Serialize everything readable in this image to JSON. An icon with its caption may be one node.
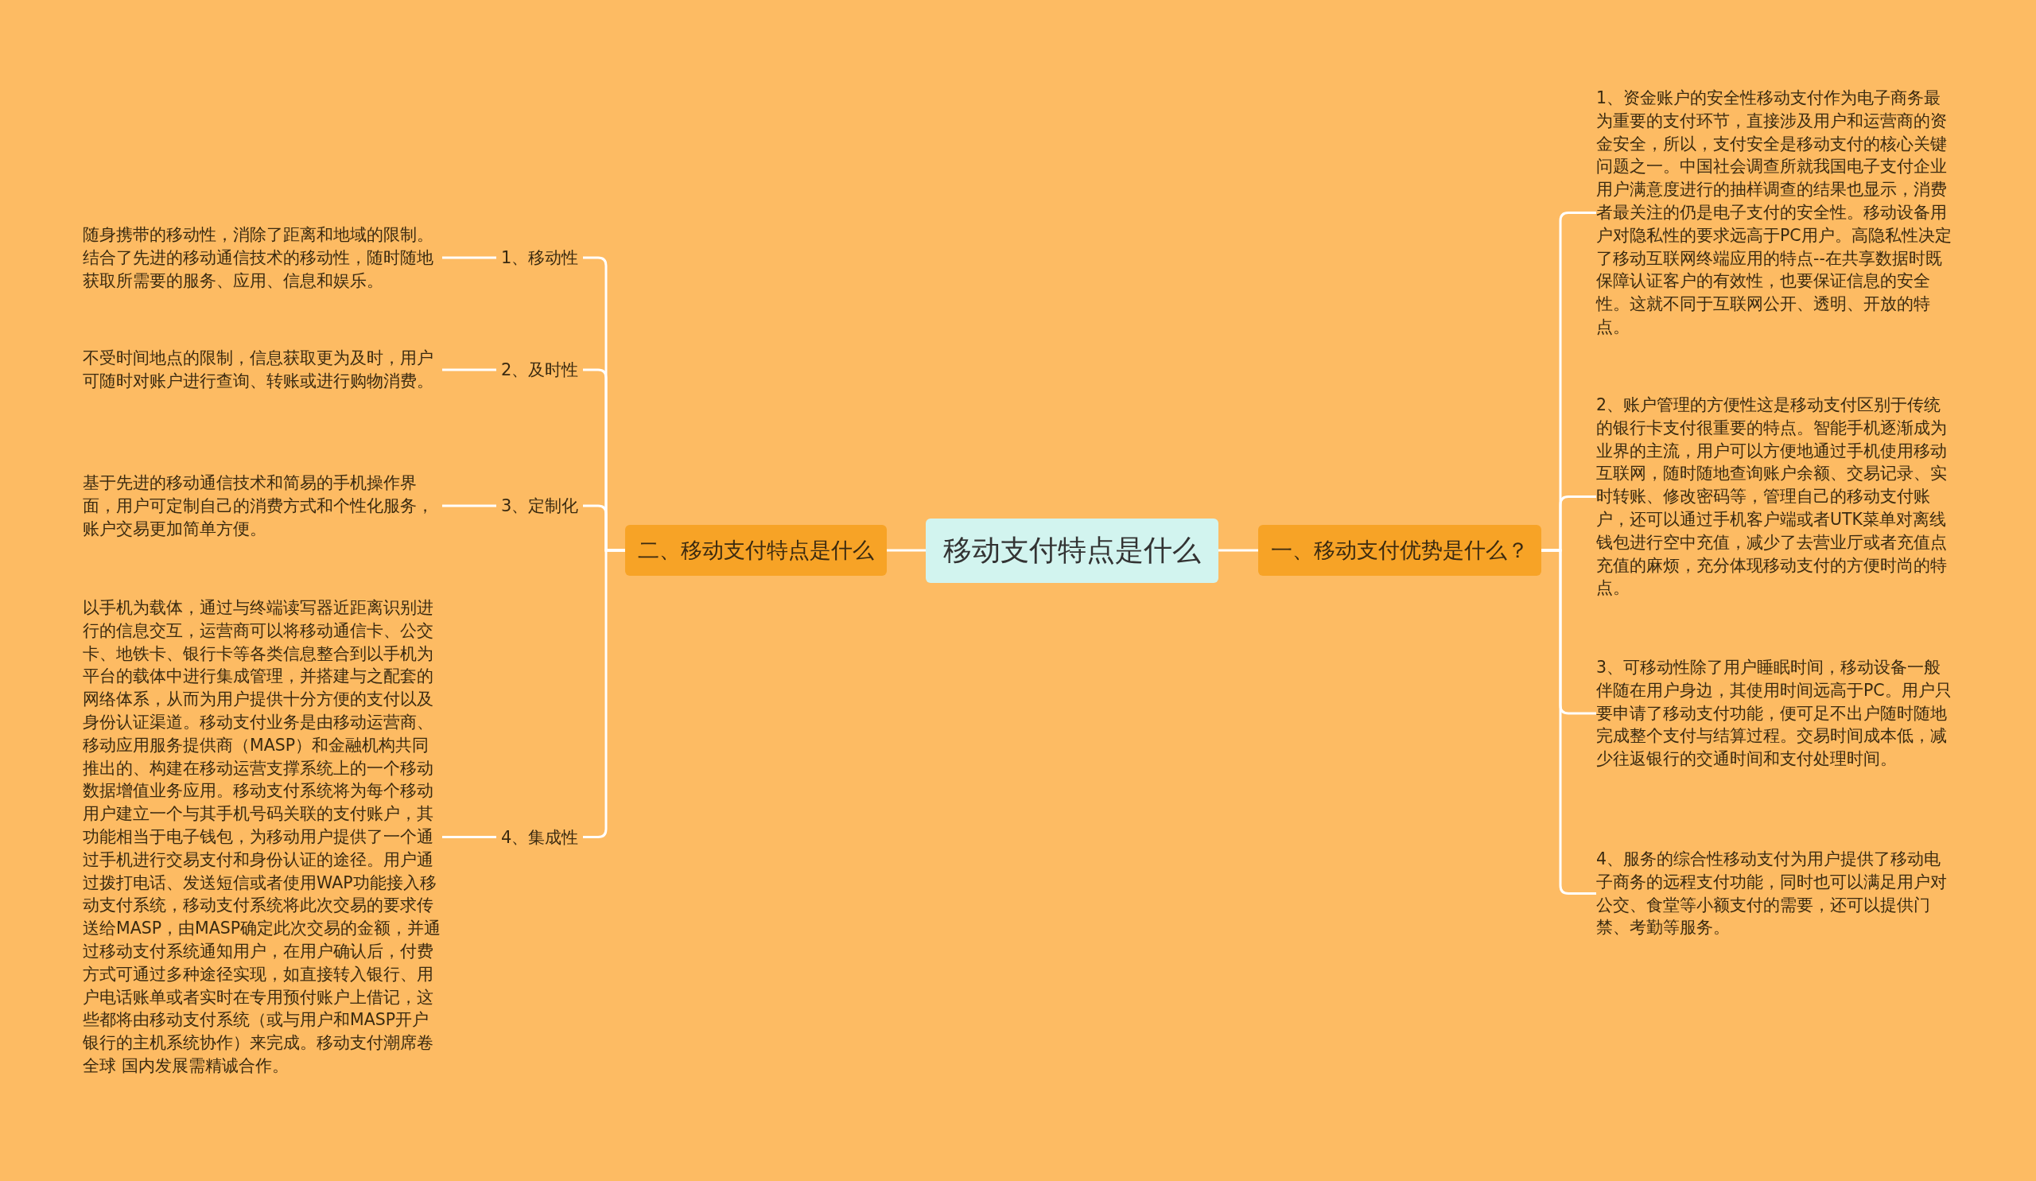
{
  "diagram": {
    "nodes": [
      {
        "text": [
          "移动支付特点是什么"
        ]
      },
      {
        "text": [
          "一、移动支付优势是什么？"
        ]
      },
      {
        "text": [
          "1、资金账户的安全性移动支付作为电子商务最为重要的支付环节，直接涉及用户和运营商的资金安全，所以，支付安全是移动支付的核心关键问题之一。中国社会调查所就我国电子支付企业用户满意度进行的抽样调查的结果也显示，消费者最关注的仍是电子支付的安全性。移动设备用户对隐私性的要求远高于PC用户。高隐私性决定了移动互联网终端应用的特点--在共享数据时既保障认证客户的有效性，也要保证信息的安全性。这就不同于互联网公开、透明、开放的特点。"
        ]
      },
      {
        "text": [
          "2、账户管理的方便性这是移动支付区别于传统的银行卡支付很重要的特点。智能手机逐渐成为业界的主流，用户可以方便地通过手机使用移动互联网，随时随地查询账户余额、交易记录、实时转账、修改密码等，管理自己的移动支付账户，还可以通过手机客户端或者UTK菜单对离线钱包进行空中充值，减少了去营业厅或者充值点充值的麻烦，充分体现移动支付的方便时尚的特点。"
        ]
      },
      {
        "text": [
          "3、可移动性除了用户睡眠时间，移动设备一般伴随在用户身边，其使用时间远高于PC。用户只要申请了移动支付功能，便可足不出户随时随地完成整个支付与结算过程。交易时间成本低，减少往返银行的交通时间和支付处理时间。"
        ]
      },
      {
        "text": [
          "4、服务的综合性移动支付为用户提供了移动电子商务的远程支付功能，同时也可以满足用户对公交、食堂等小额支付的需要，还可以提供门禁、考勤等服务。"
        ]
      },
      {
        "text": [
          "二、移动支付特点是什么"
        ]
      },
      {
        "text": [
          "1、移动性"
        ]
      },
      {
        "text": [
          "2、及时性"
        ]
      },
      {
        "text": [
          "3、定制化"
        ]
      },
      {
        "text": [
          "4、集成性"
        ]
      },
      {
        "text": [
          "随身携带的移动性，消除了距离和地域的限制。结合了先进的移动通信技术的移动性，随时随地获取所需要的服务、应用、信息和娱乐。"
        ]
      },
      {
        "text": [
          "不受时间地点的限制，信息获取更为及时，用户可随时对账户进行查询、转账或进行购物消费。"
        ]
      },
      {
        "text": [
          "基于先进的移动通信技术和简易的手机操作界面，用户可定制自己的消费方式和个性化服务，账户交易更加简单方便。"
        ]
      },
      {
        "text": [
          "以手机为载体，通过与终端读写器近距离识别进行的信息交互，运营商可以将移动通信卡、公交卡、地铁卡、银行卡等各类信息整合到以手机为平台的载体中进行集成管理，并搭建与之配套的网络体系，从而为用户提供十分方便的支付以及身份认证渠道。移动支付业务是由移动运营商、移动应用服务提供商（MASP）和金融机构共同推出的、构建在移动运营支撑系统上的一个移动数据增值业务应用。移动支付系统将为每个移动用户建立一个与其手机号码关联的支付账户，其功能相当于电子钱包，为移动用户提供了一个通过手机进行交易支付和身份认证的途径。用户通过拨打电话、发送短信或者使用WAP功能接入移动支付系统，移动支付系统将此次交易的要求传送给MASP，由MASP确定此次交易的金额，并通过移动支付系统通知用户，在用户确认后，付费方式可通过多种途径实现，如直接转入银行、用户电话账单或者实时在专用预付账户上借记，这些都将由移动支付系统（或与用户和MASP开户银行的主机系统协作）来完成。移动支付潮席卷全球 国内发展需精诚合作。"
        ]
      }
    ],
    "edges": [
      {
        "from": 0,
        "to": 1,
        "arrow": "none"
      },
      {
        "from": 1,
        "to": 2,
        "arrow": "none"
      },
      {
        "from": 1,
        "to": 3,
        "arrow": "none"
      },
      {
        "from": 1,
        "to": 4,
        "arrow": "none"
      },
      {
        "from": 1,
        "to": 5,
        "arrow": "none"
      },
      {
        "from": 0,
        "to": 6,
        "arrow": "none"
      },
      {
        "from": 6,
        "to": 7,
        "arrow": "none"
      },
      {
        "from": 6,
        "to": 8,
        "arrow": "none"
      },
      {
        "from": 6,
        "to": 9,
        "arrow": "none"
      },
      {
        "from": 6,
        "to": 10,
        "arrow": "none"
      },
      {
        "from": 7,
        "to": 11,
        "arrow": "none"
      },
      {
        "from": 8,
        "to": 12,
        "arrow": "none"
      },
      {
        "from": 9,
        "to": 13,
        "arrow": "none"
      },
      {
        "from": 10,
        "to": 14,
        "arrow": "none"
      }
    ]
  }
}
